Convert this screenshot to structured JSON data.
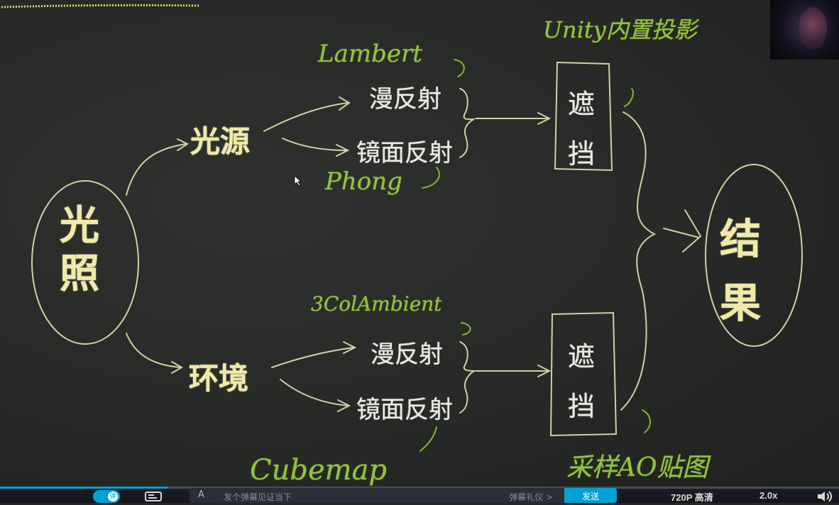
{
  "board": {
    "root": "光照",
    "light_source": "光源",
    "environment": "环境",
    "diffuse_top": "漫反射",
    "specular_top": "镜面反射",
    "diffuse_bottom": "漫反射",
    "specular_bottom": "镜面反射",
    "occlusion_top": "遮挡",
    "occlusion_bottom": "遮挡",
    "result": "结果",
    "note_lambert": "Lambert",
    "note_phong": "Phong",
    "note_unity_shadow": "Unity内置投影",
    "note_3col_ambient": "3ColAmbient",
    "note_cubemap": "Cubemap",
    "note_ao_map": "采样AO贴图"
  },
  "colors": {
    "board": "#262826",
    "chalk_yellow": "#f0e9a8",
    "chalk_white": "#e9eae4",
    "chalk_green": "#8fc43a",
    "player_accent": "#00a1d6"
  },
  "player": {
    "progress": 0.2,
    "danmaku_placeholder": "发个弹幕见证当下",
    "danmaku_etiquette": "弹幕礼仪 >",
    "send_label": "发送",
    "quality": "720P 高清",
    "speed": "2.0x",
    "icons": {
      "danmaku_toggle": "danmaku-toggle-icon",
      "danmaku_settings": "danmaku-settings-icon",
      "font_style": "font-a-icon",
      "volume": "volume-icon"
    }
  }
}
